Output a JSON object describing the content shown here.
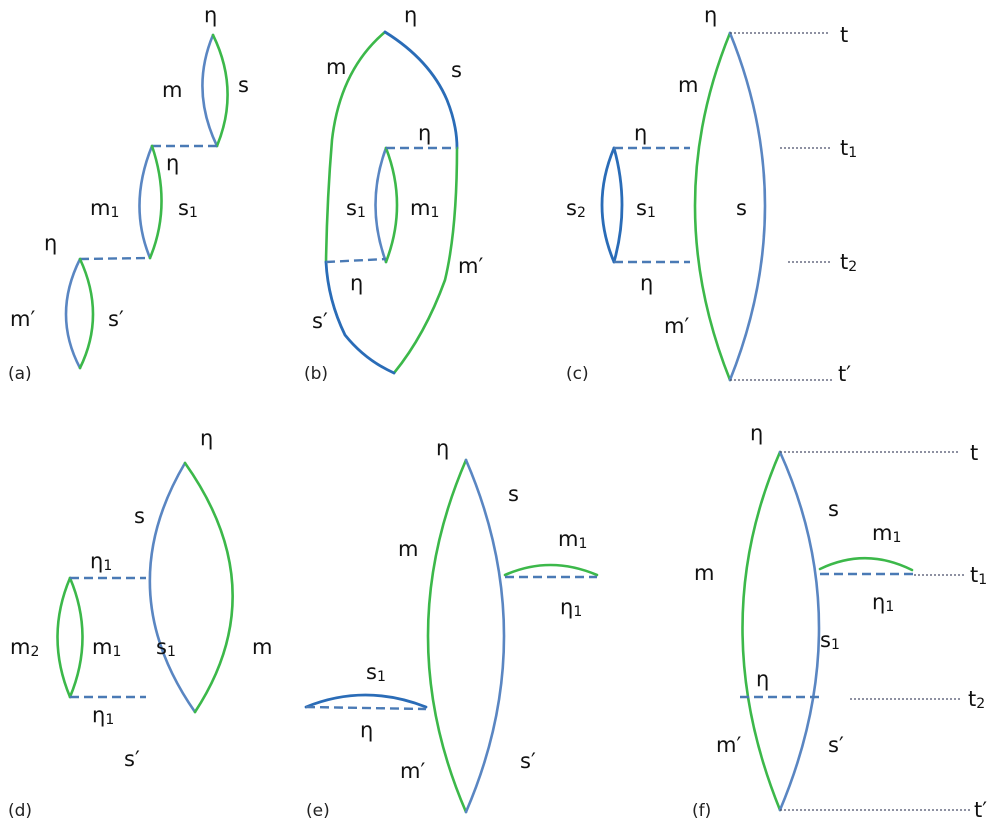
{
  "panels": {
    "a": {
      "caption": "(a)",
      "eta_top": "η",
      "m": "m",
      "s": "s",
      "eta_mid": "η",
      "m1": "m",
      "m1_sub": "1",
      "s1": "s",
      "s1_sub": "1",
      "eta_low": "η",
      "m_prime": "m′",
      "s_prime": "s′"
    },
    "b": {
      "caption": "(b)",
      "eta_top": "η",
      "m": "m",
      "s": "s",
      "eta_inner_top": "η",
      "s1": "s",
      "s1_sub": "1",
      "m1": "m",
      "m1_sub": "1",
      "m_prime": "m′",
      "eta_inner_bottom": "η",
      "s_prime": "s′"
    },
    "c": {
      "caption": "(c)",
      "eta_top": "η",
      "m": "m",
      "t": "t",
      "t1": "t",
      "t1_sub": "1",
      "eta_upper": "η",
      "s2": "s",
      "s2_sub": "2",
      "s1": "s",
      "s1_sub": "1",
      "s": "s",
      "t2": "t",
      "t2_sub": "2",
      "eta_lower": "η",
      "m_prime": "m′",
      "t_prime": "t′"
    },
    "d": {
      "caption": "(d)",
      "eta_top": "η",
      "s": "s",
      "eta1_upper": "η",
      "eta1_upper_sub": "1",
      "m2": "m",
      "m2_sub": "2",
      "m1": "m",
      "m1_sub": "1",
      "s1": "s",
      "s1_sub": "1",
      "m": "m",
      "eta1_lower": "η",
      "eta1_lower_sub": "1",
      "s_prime": "s′"
    },
    "e": {
      "caption": "(e)",
      "eta_top": "η",
      "s": "s",
      "m": "m",
      "m1": "m",
      "m1_sub": "1",
      "eta1": "η",
      "eta1_sub": "1",
      "s1": "s",
      "s1_sub": "1",
      "eta": "η",
      "m_prime": "m′",
      "s_prime": "s′"
    },
    "f": {
      "caption": "(f)",
      "eta_top": "η",
      "t": "t",
      "s": "s",
      "m1": "m",
      "m1_sub": "1",
      "m": "m",
      "t1": "t",
      "t1_sub": "1",
      "eta1": "η",
      "eta1_sub": "1",
      "s1": "s",
      "s1_sub": "1",
      "eta": "η",
      "t2": "t",
      "t2_sub": "2",
      "m_prime": "m′",
      "s_prime": "s′",
      "t_prime": "t′"
    }
  },
  "colors": {
    "green": "#3cb84a",
    "blue": "#5a86c2",
    "dark_blue": "#2a6cb7"
  }
}
